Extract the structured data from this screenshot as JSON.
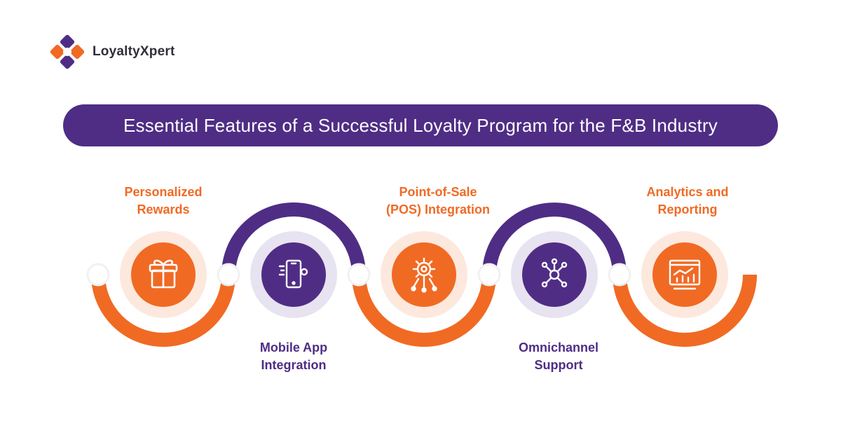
{
  "brand": {
    "name": "LoyaltyXpert"
  },
  "title": "Essential Features of a Successful Loyalty Program for the F&B Industry",
  "colors": {
    "purple": "#4f2d85",
    "orange": "#f06a24",
    "orange_light": "#fde8dd",
    "purple_light": "#e8e3f0"
  },
  "features": [
    {
      "line1": "Personalized",
      "line2": "Rewards",
      "icon": "gift-icon",
      "color": "orange"
    },
    {
      "line1": "Mobile App",
      "line2": "Integration",
      "icon": "mobile-settings-icon",
      "color": "purple"
    },
    {
      "line1": "Point-of-Sale",
      "line2": "(POS) Integration",
      "icon": "gear-network-icon",
      "color": "orange"
    },
    {
      "line1": "Omnichannel",
      "line2": "Support",
      "icon": "hub-network-icon",
      "color": "purple"
    },
    {
      "line1": "Analytics and",
      "line2": "Reporting",
      "icon": "analytics-chart-icon",
      "color": "orange"
    }
  ]
}
